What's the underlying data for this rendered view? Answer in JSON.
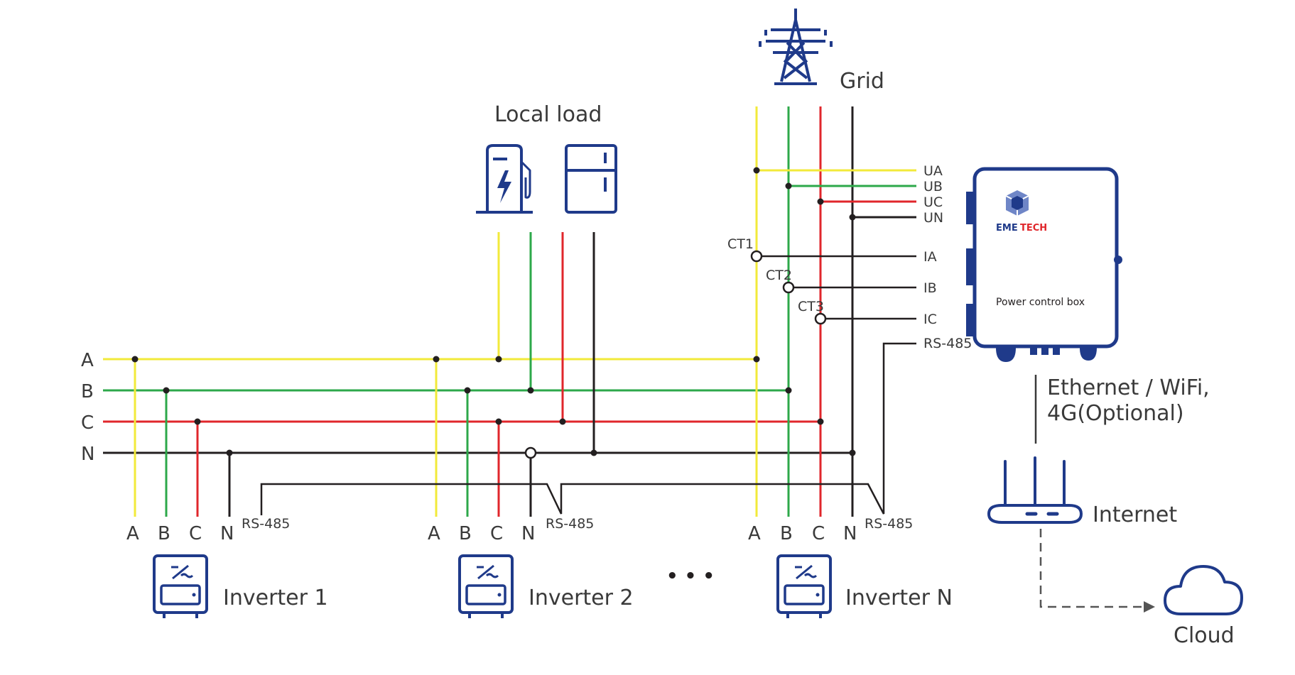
{
  "labels": {
    "grid": "Grid",
    "local_load": "Local load",
    "bus_a": "A",
    "bus_b": "B",
    "bus_c": "C",
    "bus_n": "N",
    "ua": "UA",
    "ub": "UB",
    "uc": "UC",
    "un": "UN",
    "ia": "IA",
    "ib": "IB",
    "ic": "IC",
    "rs485_box": "RS-485",
    "ct1": "CT1",
    "ct2": "CT2",
    "ct3": "CT3",
    "ethernet_line1": "Ethernet / WiFi,",
    "ethernet_line2": "4G(Optional)",
    "internet": "Internet",
    "cloud": "Cloud",
    "brand_eme": "EME",
    "brand_tech": "TECH",
    "box_caption": "Power control box",
    "ellipsis": "• • •"
  },
  "inverters": [
    {
      "name": "Inverter 1",
      "a": "A",
      "b": "B",
      "c": "C",
      "n": "N",
      "rs485": "RS-485"
    },
    {
      "name": "Inverter 2",
      "a": "A",
      "b": "B",
      "c": "C",
      "n": "N",
      "rs485": "RS-485"
    },
    {
      "name": "Inverter N",
      "a": "A",
      "b": "B",
      "c": "C",
      "n": "N",
      "rs485": "RS-485"
    }
  ],
  "colors": {
    "phase_a": "#F2EA3A",
    "phase_b": "#2DA84A",
    "phase_c": "#E0262B",
    "neutral": "#231F20",
    "icon_blue": "#1F3A8A",
    "text": "#3a3a3a"
  }
}
